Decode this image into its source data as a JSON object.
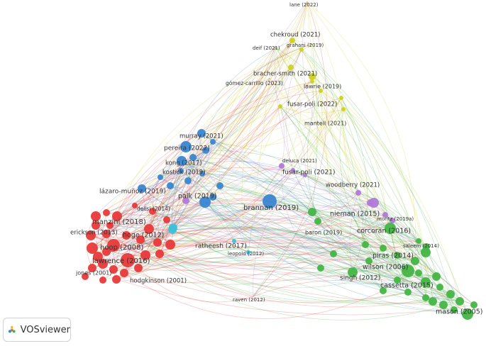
{
  "app": {
    "logo_text": "VOSviewer"
  },
  "clusters": [
    {
      "id": "red",
      "color": "#e8393a"
    },
    {
      "id": "green",
      "color": "#44b545"
    },
    {
      "id": "blue",
      "color": "#3a86d0"
    },
    {
      "id": "yellow",
      "color": "#cfd21f"
    },
    {
      "id": "purple",
      "color": "#b07ad8"
    },
    {
      "id": "cyan",
      "color": "#40c0d8"
    }
  ],
  "nodes": [
    {
      "label": "lane (2022)",
      "cluster": "yellow"
    },
    {
      "label": "chekroud (2021)",
      "cluster": "yellow"
    },
    {
      "label": "deif (2021)",
      "cluster": "yellow"
    },
    {
      "label": "grahani (2019)",
      "cluster": "yellow"
    },
    {
      "label": "bracher-smith (2021)",
      "cluster": "yellow"
    },
    {
      "label": "gómez-carrillo (2023)",
      "cluster": "yellow"
    },
    {
      "label": "lawrie (2019)",
      "cluster": "yellow"
    },
    {
      "label": "fusar-poli (2022)",
      "cluster": "yellow"
    },
    {
      "label": "mantell (2021)",
      "cluster": "yellow"
    },
    {
      "label": "murray (2021)",
      "cluster": "blue"
    },
    {
      "label": "pereira (2022)",
      "cluster": "blue"
    },
    {
      "label": "kong (2017)",
      "cluster": "blue"
    },
    {
      "label": "kostick (2019)",
      "cluster": "blue"
    },
    {
      "label": "lázaro-muñoz (2019)",
      "cluster": "blue"
    },
    {
      "label": "palk (2019)",
      "cluster": "blue"
    },
    {
      "label": "brannan (2019)",
      "cluster": "blue"
    },
    {
      "label": "delisi (2014)",
      "cluster": "red"
    },
    {
      "label": "manzini (2018)",
      "cluster": "red"
    },
    {
      "label": "erickson (2013)",
      "cluster": "red"
    },
    {
      "label": "hoge (2012)",
      "cluster": "red"
    },
    {
      "label": "hoop (2008)",
      "cluster": "red"
    },
    {
      "label": "lawrence (2016)",
      "cluster": "red"
    },
    {
      "label": "jones (2001)",
      "cluster": "red"
    },
    {
      "label": "hodgkinson (2001)",
      "cluster": "red"
    },
    {
      "label": "raven (2012)",
      "cluster": "red"
    },
    {
      "label": "ratheesh (2017)",
      "cluster": "cyan"
    },
    {
      "label": "leopold (2012)",
      "cluster": "cyan"
    },
    {
      "label": "deluca (2021)",
      "cluster": "purple"
    },
    {
      "label": "fusar-poli (2021)",
      "cluster": "purple"
    },
    {
      "label": "woodberry (2021)",
      "cluster": "purple"
    },
    {
      "label": "moritz (2019a)",
      "cluster": "purple"
    },
    {
      "label": "nieman (2015)",
      "cluster": "green"
    },
    {
      "label": "baron (2019)",
      "cluster": "green"
    },
    {
      "label": "corcoran (2016)",
      "cluster": "green"
    },
    {
      "label": "saleem (2014)",
      "cluster": "green"
    },
    {
      "label": "piras (2014)",
      "cluster": "green"
    },
    {
      "label": "wilson (2006)",
      "cluster": "green"
    },
    {
      "label": "singh (2012)",
      "cluster": "green"
    },
    {
      "label": "cassetta (2015)",
      "cluster": "green"
    },
    {
      "label": "mason (2005)",
      "cluster": "green"
    }
  ]
}
